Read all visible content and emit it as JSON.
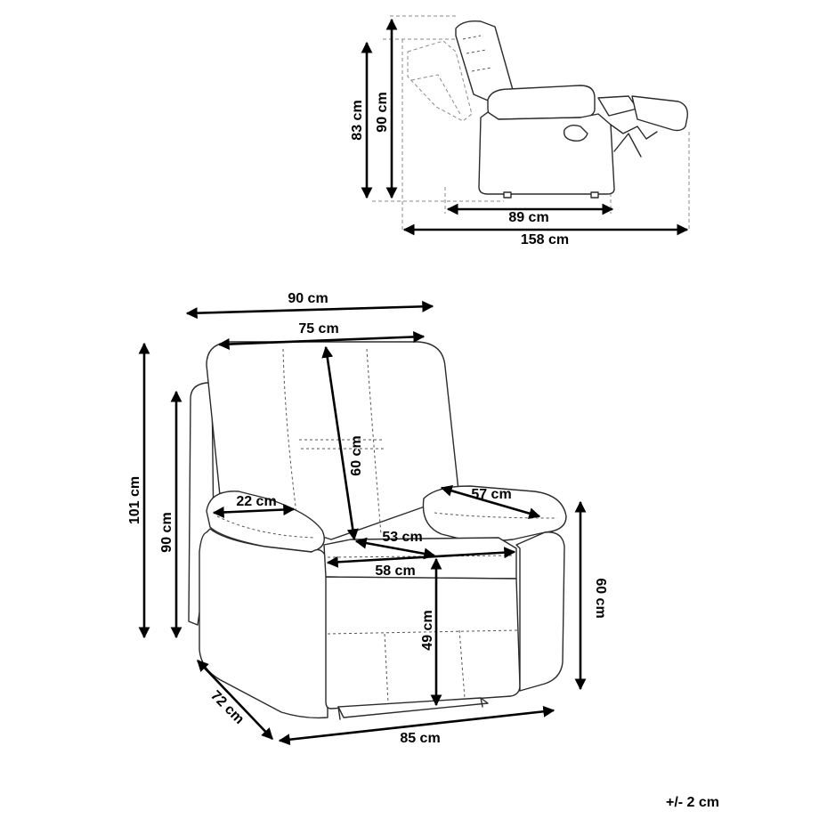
{
  "side_view": {
    "height_back_upright": "83 cm",
    "height_total": "90 cm",
    "depth_upright": "89 cm",
    "depth_reclined": "158 cm"
  },
  "front_view": {
    "width_total": "90 cm",
    "width_backrest": "75 cm",
    "backrest_height": "60 cm",
    "armrest_width": "22 cm",
    "armrest_depth": "57 cm",
    "seat_depth": "53 cm",
    "seat_width": "58 cm",
    "seat_height": "49 cm",
    "armrest_height": "60 cm",
    "height_reclined": "101 cm",
    "height_upright": "90 cm",
    "depth_base": "72 cm",
    "width_base": "85 cm"
  },
  "tolerance_note": "+/- 2 cm"
}
